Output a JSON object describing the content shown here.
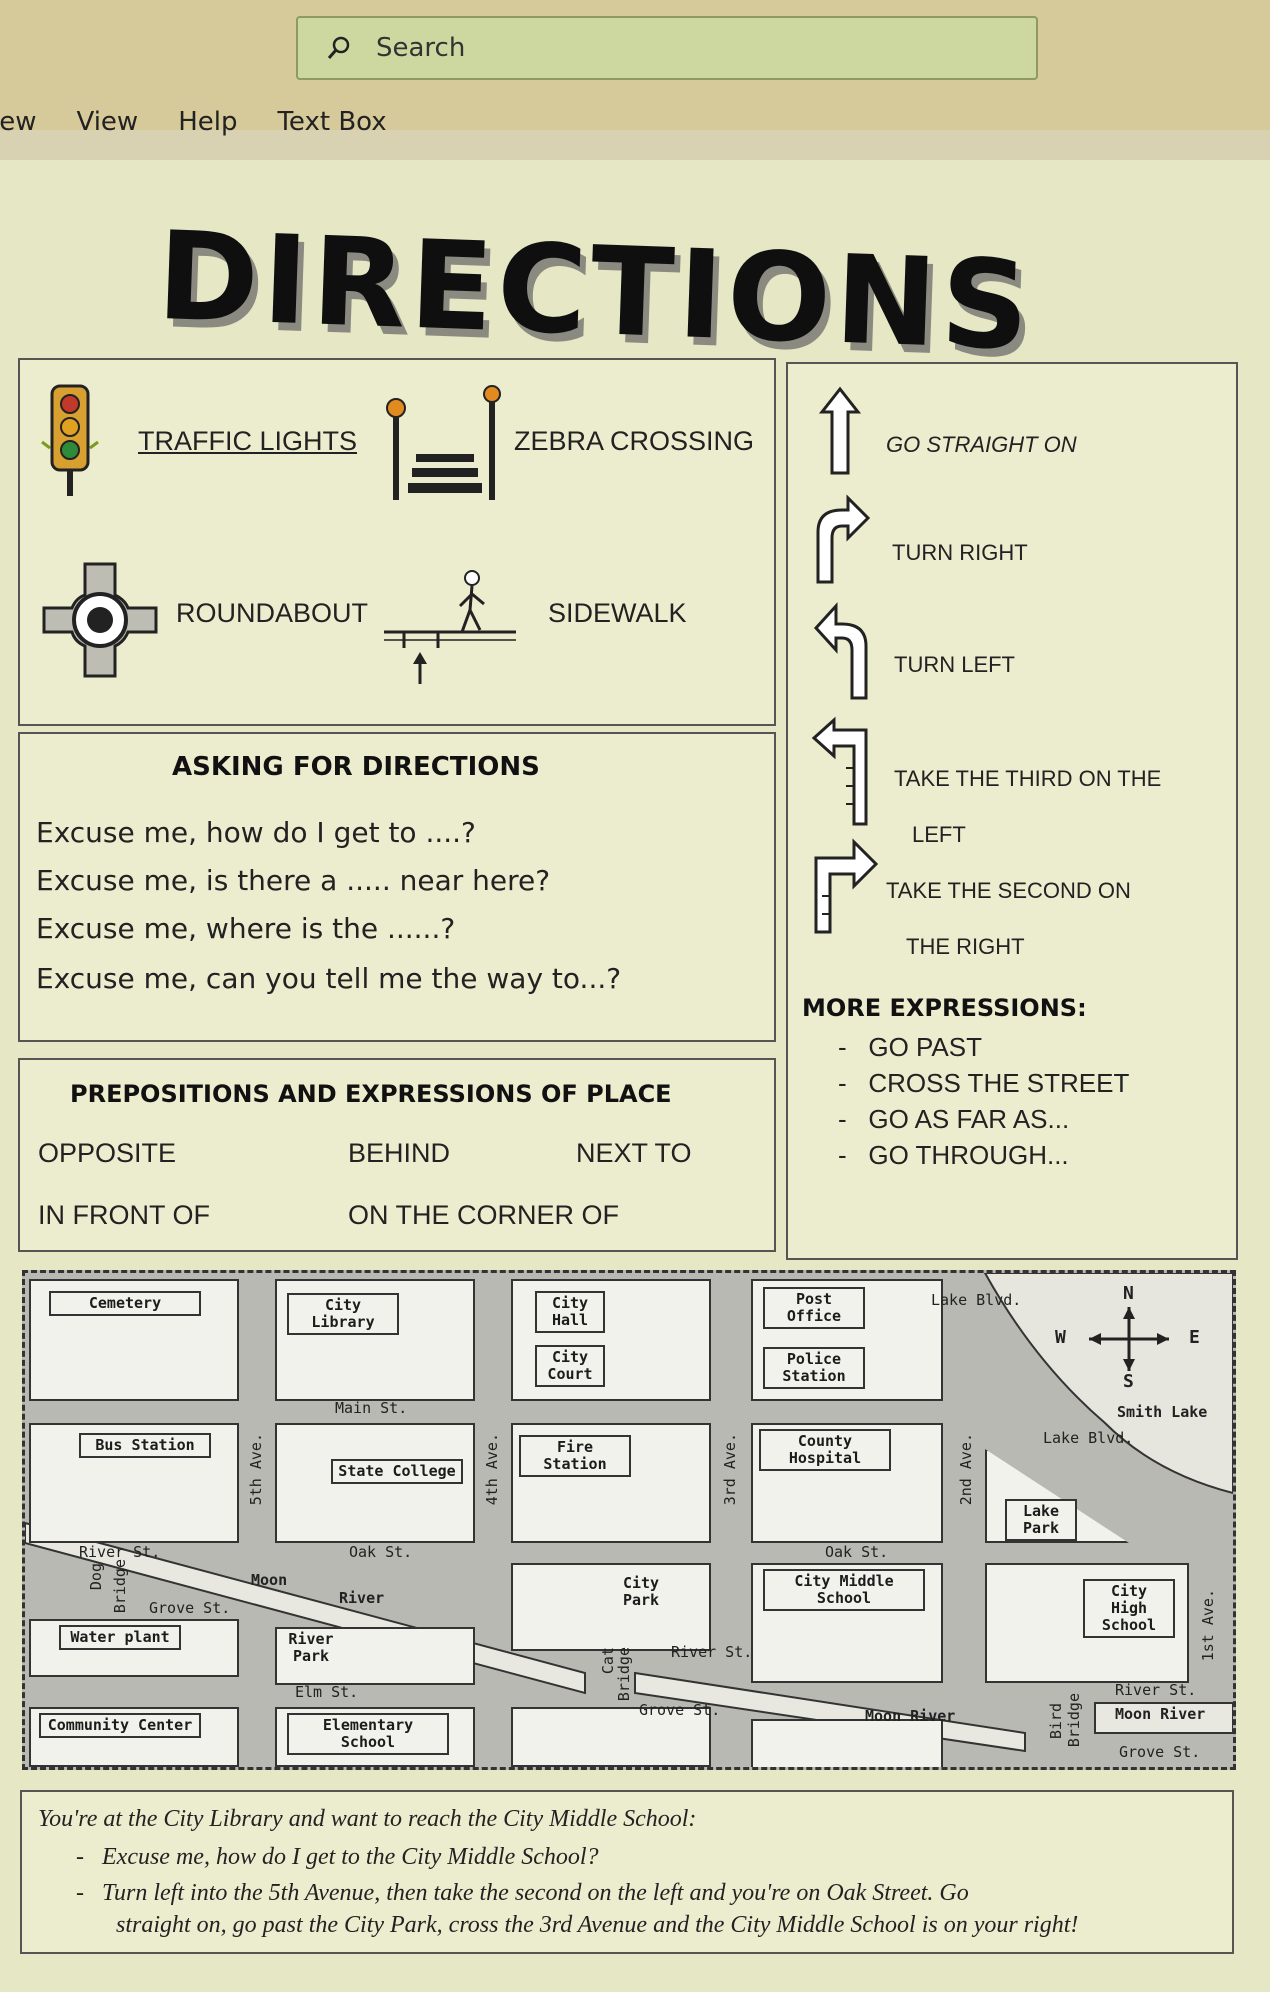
{
  "search": {
    "placeholder": "Search",
    "icon": "search-icon"
  },
  "menu": [
    "iew",
    "View",
    "Help",
    "Text Box"
  ],
  "title": "DIRECTIONS",
  "vocab": {
    "traffic_lights": "TRAFFIC LIGHTS",
    "zebra_crossing": "ZEBRA CROSSING",
    "roundabout": "ROUNDABOUT",
    "sidewalk": "SIDEWALK"
  },
  "asking": {
    "heading": "ASKING FOR DIRECTIONS",
    "phrases": [
      "Excuse me, how do I get to ....?",
      "Excuse me, is there a ..... near here?",
      "Excuse me, where is the ......?",
      "Excuse me, can you tell me the way to...?"
    ]
  },
  "prepositions": {
    "heading": "PREPOSITIONS AND EXPRESSIONS OF PLACE",
    "items": [
      "OPPOSITE",
      "BEHIND",
      "NEXT TO",
      "IN FRONT OF",
      "ON THE CORNER OF"
    ]
  },
  "directions": {
    "go_straight": "GO STRAIGHT ON",
    "turn_right": "TURN RIGHT",
    "turn_left": "TURN LEFT",
    "third_left_1": "TAKE THE THIRD ON THE",
    "third_left_2": "LEFT",
    "second_right_1": "TAKE THE SECOND ON",
    "second_right_2": "THE RIGHT"
  },
  "more": {
    "heading": "MORE EXPRESSIONS:",
    "items": [
      "GO PAST",
      "CROSS THE STREET",
      "GO AS FAR AS...",
      "GO THROUGH..."
    ]
  },
  "map": {
    "places": {
      "cemetery": "Cemetery",
      "library": "City Library",
      "city_hall": "City Hall",
      "city_court": "City Court",
      "post_office": "Post Office",
      "police": "Police Station",
      "bus": "Bus Station",
      "state_college": "State College",
      "fire": "Fire Station",
      "hospital": "County Hospital",
      "lake_park": "Lake Park",
      "city_park": "City Park",
      "middle_school": "City Middle School",
      "high_school": "City High School",
      "water_plant": "Water plant",
      "river_park": "River Park",
      "community": "Community Center",
      "elementary": "Elementary School"
    },
    "streets": {
      "main": "Main St.",
      "oak1": "Oak St.",
      "oak2": "Oak St.",
      "river1": "River St.",
      "river2": "River St.",
      "river3": "River St.",
      "grove1": "Grove St.",
      "grove2": "Grove St.",
      "grove3": "Grove St.",
      "elm": "Elm St.",
      "lake_blvd1": "Lake Blvd.",
      "lake_blvd2": "Lake Blvd.",
      "moon1": "Moon",
      "moon2": "River",
      "moon3": "Moon River",
      "moon4": "Moon River",
      "smith_lake": "Smith Lake",
      "ave5": "5th Ave.",
      "ave4": "4th Ave.",
      "ave3": "3rd Ave.",
      "ave2": "2nd Ave.",
      "ave1": "1st Ave.",
      "bridge1": "Bridge",
      "bridge2": "Bridge",
      "bridge3": "Bridge",
      "bridge_prefix": "Cat",
      "bridge_prefix2": "Bird",
      "bridge_prefix3": "Dog",
      "n": "N",
      "s": "S",
      "e": "E",
      "w": "W"
    }
  },
  "footer": {
    "intro": "You're at the City Library and want to reach the City Middle School:",
    "q": "Excuse me, how do I get to the City Middle School?",
    "a1": "Turn left into the 5th Avenue, then take the second on the left and you're on Oak Street. Go",
    "a2": "straight on, go past the City Park, cross the 3rd Avenue and the City Middle School is on your right!"
  }
}
